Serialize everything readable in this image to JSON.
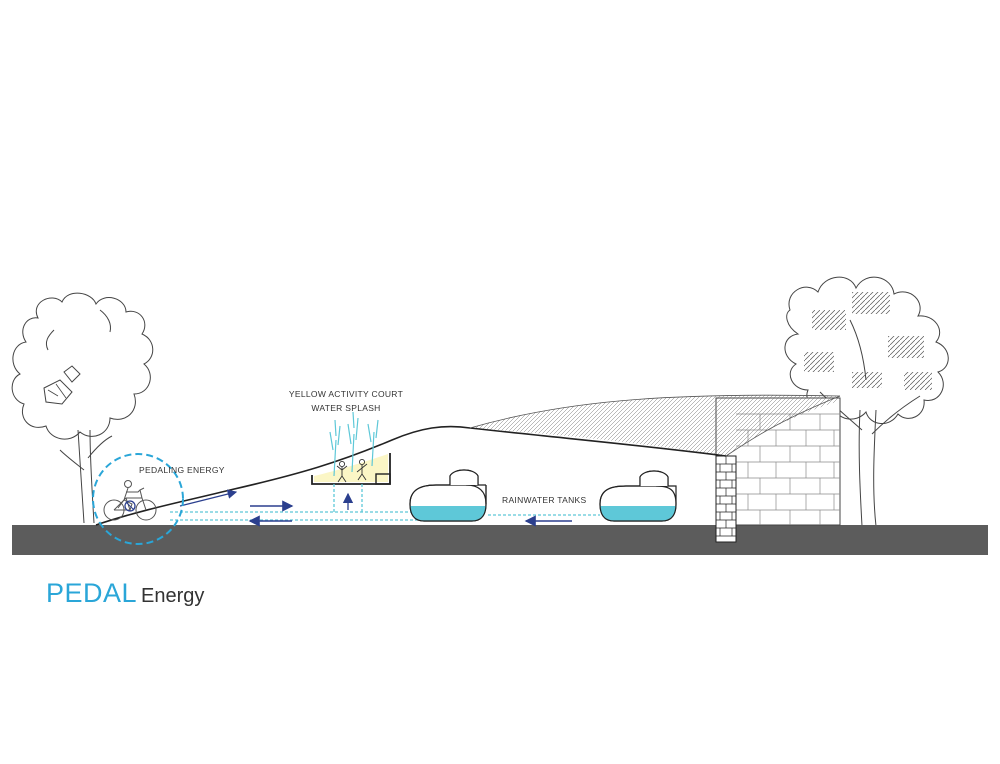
{
  "labels": {
    "activity_court_line1": "YELLOW ACTIVITY COURT",
    "activity_court_line2": "WATER SPLASH",
    "pedaling_energy": "PEDALING ENERGY",
    "rainwater_tanks": "RAINWATER TANKS"
  },
  "caption": {
    "main": "PEDAL",
    "sub": "Energy"
  },
  "colors": {
    "ground": "#5c5c5c",
    "water": "#5ec8d8",
    "accent_blue": "#2aa6d8",
    "arrow_navy": "#2b3f8e",
    "court_yellow": "#fbf6c6",
    "line": "#333333"
  },
  "icons": [
    "tree-left",
    "tree-right",
    "cyclist",
    "child-figure",
    "fountain-jet",
    "rainwater-tank",
    "flow-arrow"
  ]
}
